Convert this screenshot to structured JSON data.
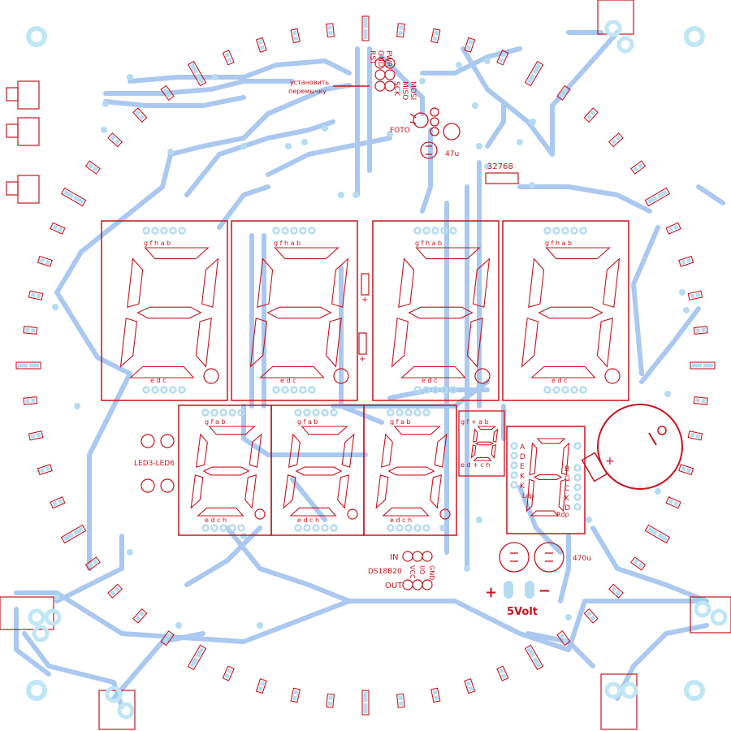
{
  "colors": {
    "copper": "#aac8f0",
    "silk": "#c8141e",
    "pad": "#b4dcf0"
  },
  "labels": {
    "isp_pins": [
      "RST",
      "GND",
      "PWR",
      "SCK",
      "MISO",
      "MOSI"
    ],
    "jumper_line1": "установить",
    "jumper_line2": "перемычку",
    "foto": "FOTO",
    "cap_small": "47u",
    "crystal": "32768",
    "led_group": "LED3-LED6",
    "sensor": "DS18B20",
    "sensor_in": "IN",
    "sensor_out": "OUT",
    "sensor_pins": [
      "GND",
      "I/O",
      "VCC"
    ],
    "cap_big": "470u",
    "power": "5Volt",
    "plus": "+",
    "minus": "−",
    "cap_plus": "+"
  },
  "digits_big": [
    {
      "top": "g f h a b",
      "bottom": "e d c"
    },
    {
      "top": "g f h a b",
      "bottom": "e d c"
    },
    {
      "top": "g f h a b",
      "bottom": "e d c"
    },
    {
      "top": "g f h a b",
      "bottom": "e d c"
    }
  ],
  "digits_small": [
    {
      "top": "g f   a b",
      "bottom": "e d  c h"
    },
    {
      "top": "g f   a b",
      "bottom": "e d  c h"
    },
    {
      "top": "g f   a b",
      "bottom": "e d  c h"
    }
  ],
  "mini_digit": {
    "top": "g f + a b",
    "bottom": "e d + c h"
  },
  "side_digit": {
    "left_pins": [
      "A",
      "D",
      "E",
      "K",
      "K"
    ],
    "right_pins": [
      "B",
      "G",
      "C",
      "K",
      "D"
    ],
    "ldp": "Ldp",
    "rdp": "Rdp"
  }
}
